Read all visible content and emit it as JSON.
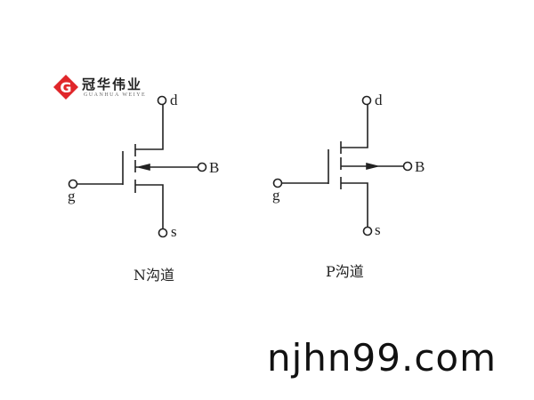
{
  "logo": {
    "name_cn": "冠华伟业",
    "name_en": "GUANHUA WEIYE",
    "mark": "G",
    "color": "#e0262a"
  },
  "n_channel": {
    "caption": "N沟道",
    "drain": "d",
    "gate": "g",
    "source": "s",
    "body": "B",
    "arrow": "inward"
  },
  "p_channel": {
    "caption": "P沟道",
    "drain": "d",
    "gate": "g",
    "source": "s",
    "body": "B",
    "arrow": "outward"
  },
  "watermark": "njhn99.com"
}
